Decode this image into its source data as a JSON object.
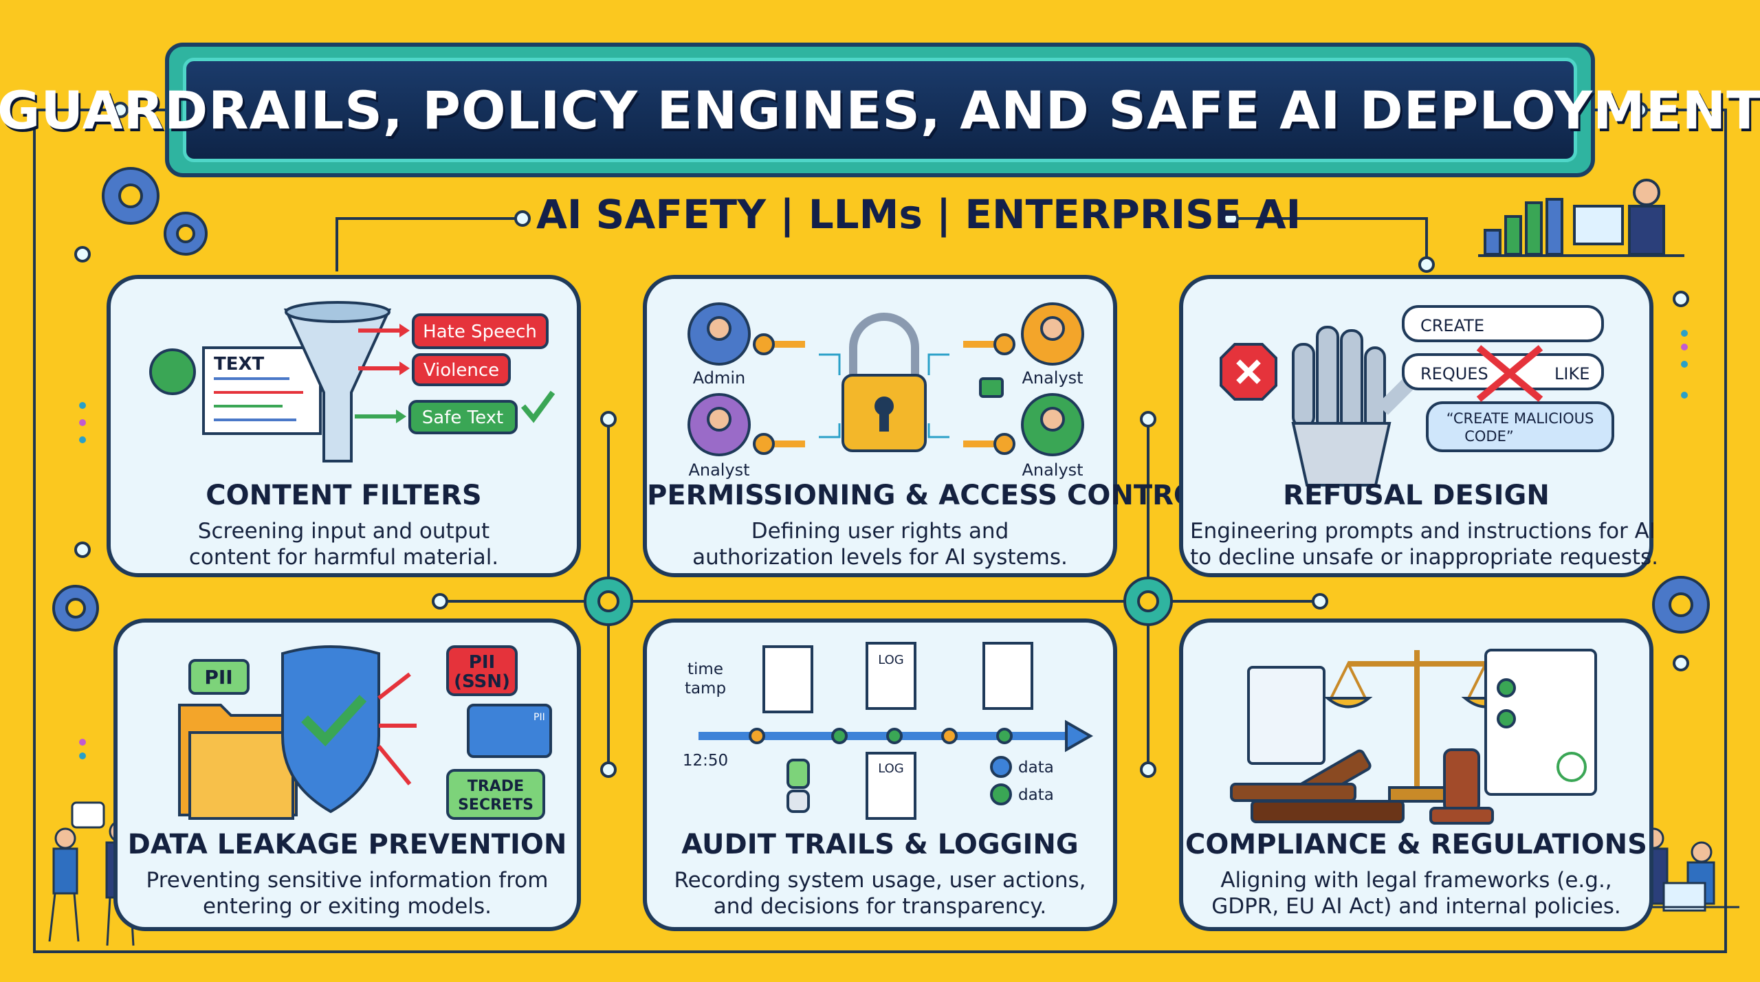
{
  "title": "GUARDRAILS, POLICY ENGINES, AND SAFE AI DEPLOYMENT",
  "subtitle": "AI SAFETY | LLMs | ENTERPRISE AI",
  "cards": [
    {
      "title": "CONTENT FILTERS",
      "desc": [
        "Screening input and output",
        "content for harmful material."
      ],
      "labels": {
        "text": "TEXT",
        "hate": "Hate Speech",
        "violence": "Violence",
        "safe": "Safe Text"
      }
    },
    {
      "title": "PERMISSIONING & ACCESS CONTROL",
      "desc": [
        "Defining user rights and",
        "authorization levels for AI systems."
      ],
      "labels": {
        "admin": "Admin",
        "analyst1": "Analyst",
        "analyst2": "Analyst",
        "analyst3": "Analyst"
      }
    },
    {
      "title": "REFUSAL DESIGN",
      "desc": [
        "Engineering prompts and instructions for AI",
        "to decline unsafe or inappropriate requests."
      ],
      "labels": {
        "create": "CREATE",
        "reques": "REQUES",
        "like": "LIKE",
        "quote1": "“CREATE MALICIOUS",
        "quote2": "CODE”"
      }
    },
    {
      "title": "DATA LEAKAGE PREVENTION",
      "desc": [
        "Preventing sensitive information from",
        "entering or exiting models."
      ],
      "labels": {
        "pii": "PII",
        "pii_ssn1": "PII",
        "pii_ssn2": "(SSN)",
        "card": "PII",
        "trade1": "TRADE",
        "trade2": "SECRETS"
      }
    },
    {
      "title": "AUDIT TRAILS & LOGGING",
      "desc": [
        "Recording system usage, user actions,",
        "and decisions for transparency."
      ],
      "labels": {
        "time1": "time",
        "time2": "tamp",
        "clock": "12:50",
        "log1": "LOG",
        "log2": "LOG",
        "data1": "data",
        "data2": "data"
      }
    },
    {
      "title": "COMPLIANCE & REGULATIONS",
      "desc": [
        "Aligning with legal frameworks (e.g.,",
        "GDPR, EU AI Act) and internal policies."
      ],
      "labels": {}
    }
  ],
  "colors": {
    "background": "#fbc81f",
    "card_bg": "#eaf6fc",
    "navy": "#1b3b6b",
    "teal": "#4fd6c8",
    "red": "#e5333b",
    "green": "#3aa655"
  }
}
